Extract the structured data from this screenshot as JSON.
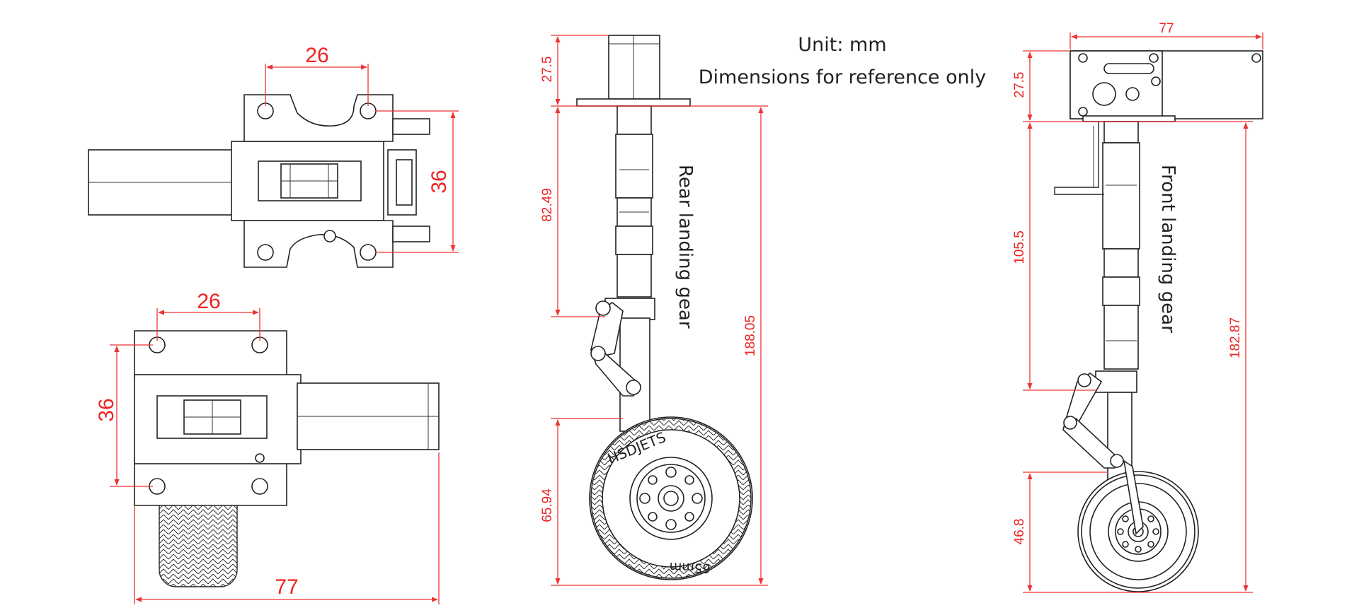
{
  "header": {
    "unit": "Unit: mm",
    "note": "Dimensions for reference only"
  },
  "top_view": {
    "dim_hole_spacing": "26",
    "dim_height": "36"
  },
  "bottom_view": {
    "dim_hole_spacing": "26",
    "dim_height": "36",
    "dim_width": "77"
  },
  "rear_gear": {
    "label": "Rear landing gear",
    "dim_mount": "27.5",
    "dim_strut": "82.49",
    "dim_wheel": "65.94",
    "dim_total": "188.05",
    "tire_brand": "HSDJETS",
    "tire_size": "65mm"
  },
  "front_gear": {
    "label": "Front landing gear",
    "dim_width": "77",
    "dim_mount": "27.5",
    "dim_strut": "105.5",
    "dim_wheel": "46.8",
    "dim_total": "182.87"
  },
  "colors": {
    "dimension": "#e33333",
    "linework": "#222222",
    "background": "#ffffff"
  }
}
